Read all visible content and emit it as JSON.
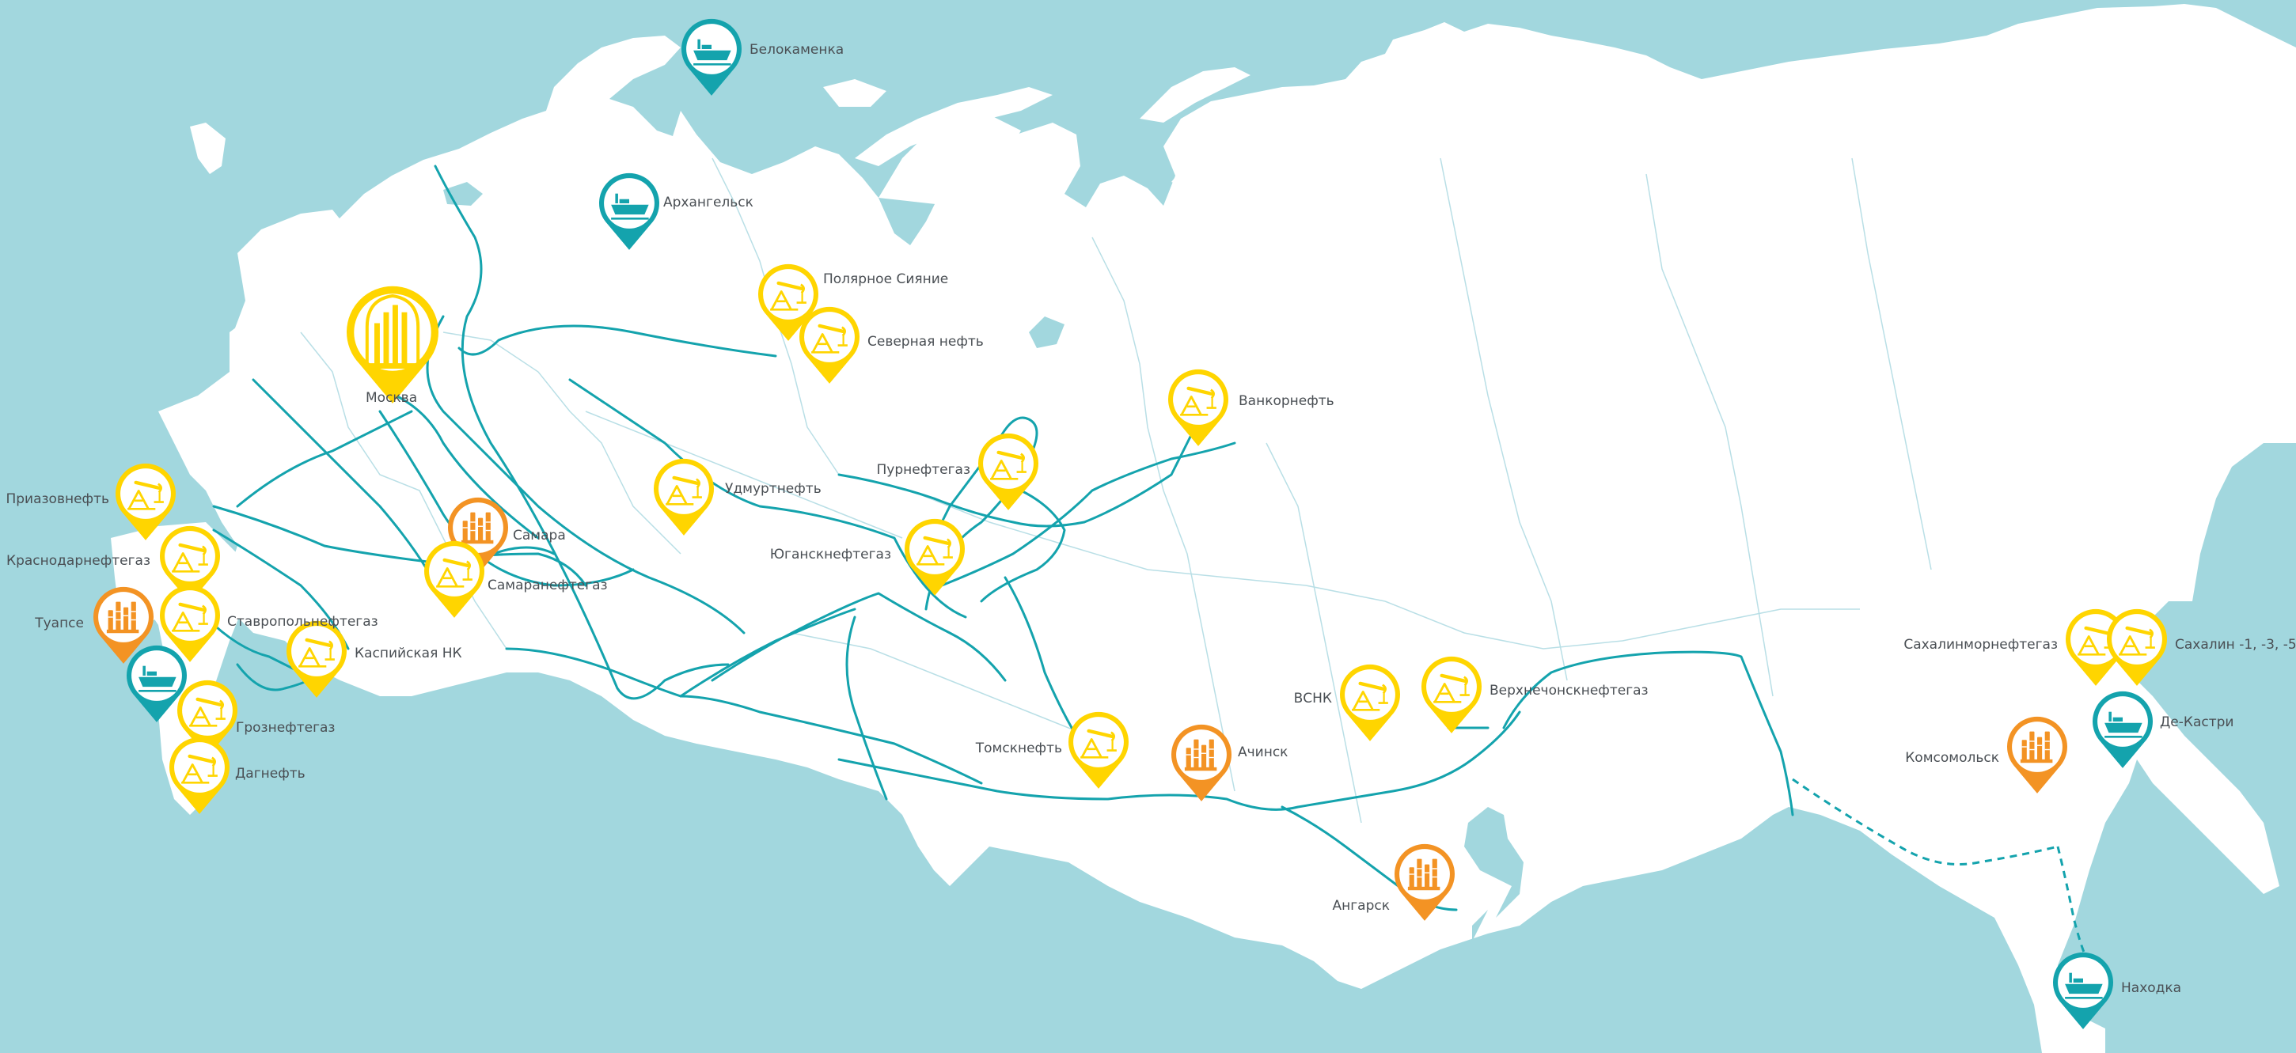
{
  "map": {
    "colors": {
      "sea": "#a2d7de",
      "land": "#ffffff",
      "border": "#b9dfe6",
      "pipeline": "#14a3ad",
      "production": "#ffd500",
      "refinery": "#f39324",
      "terminal": "#14a3ad",
      "hq": "#ffd500"
    },
    "icons": {
      "hq": "rosneft-logo-icon",
      "production": "oil-pump-icon",
      "refinery": "refinery-icon",
      "terminal": "tanker-ship-icon"
    },
    "markers": [
      {
        "id": "moskva",
        "label": "Москва",
        "type": "hq"
      },
      {
        "id": "belokamenka",
        "label": "Белокаменка",
        "type": "terminal"
      },
      {
        "id": "arkhangelsk",
        "label": "Архангельск",
        "type": "terminal"
      },
      {
        "id": "polyarnoe-siyanie",
        "label": "Полярное Сияние",
        "type": "production"
      },
      {
        "id": "severnaya-neft",
        "label": "Северная нефть",
        "type": "production"
      },
      {
        "id": "vankorneft",
        "label": "Ванкорнефть",
        "type": "production"
      },
      {
        "id": "purneftegaz",
        "label": "Пурнефтегаз",
        "type": "production"
      },
      {
        "id": "udmurtneft",
        "label": "Удмуртнефть",
        "type": "production"
      },
      {
        "id": "yugansk",
        "label": "Юганскнефтегаз",
        "type": "production"
      },
      {
        "id": "samara",
        "label": "Самара",
        "type": "refinery"
      },
      {
        "id": "samaraneftegaz",
        "label": "Самаранефтегаз",
        "type": "production"
      },
      {
        "id": "priazovneft",
        "label": "Приазовнефть",
        "type": "production"
      },
      {
        "id": "krasnodar",
        "label": "Краснодарнефтегаз",
        "type": "production"
      },
      {
        "id": "stavropol",
        "label": "Ставропольнефтегаз",
        "type": "production"
      },
      {
        "id": "tuapse",
        "label": "Туапсе",
        "type": "refinery"
      },
      {
        "id": "tuapse-terminal",
        "label": "",
        "type": "terminal"
      },
      {
        "id": "caspian",
        "label": "Каспийская НК",
        "type": "production"
      },
      {
        "id": "grozny",
        "label": "Грознефтегаз",
        "type": "production"
      },
      {
        "id": "dagneft",
        "label": "Дагнефть",
        "type": "production"
      },
      {
        "id": "tomskneft",
        "label": "Томскнефть",
        "type": "production"
      },
      {
        "id": "achinsk",
        "label": "Ачинск",
        "type": "refinery"
      },
      {
        "id": "vsnk",
        "label": "ВСНК",
        "type": "production"
      },
      {
        "id": "verkhnechonsk",
        "label": "Верхнечонскнефтегаз",
        "type": "production"
      },
      {
        "id": "angarsk",
        "label": "Ангарск",
        "type": "refinery"
      },
      {
        "id": "sakhalinmorneftegaz",
        "label": "Сахалинморнефтегаз",
        "type": "production"
      },
      {
        "id": "sakhalin",
        "label": "Сахалин -1, -3, -5",
        "type": "production"
      },
      {
        "id": "de-kastri",
        "label": "Де-Кастри",
        "type": "terminal"
      },
      {
        "id": "komsomolsk",
        "label": "Комсомольск",
        "type": "refinery"
      },
      {
        "id": "nakhodka",
        "label": "Находка",
        "type": "terminal"
      }
    ]
  }
}
